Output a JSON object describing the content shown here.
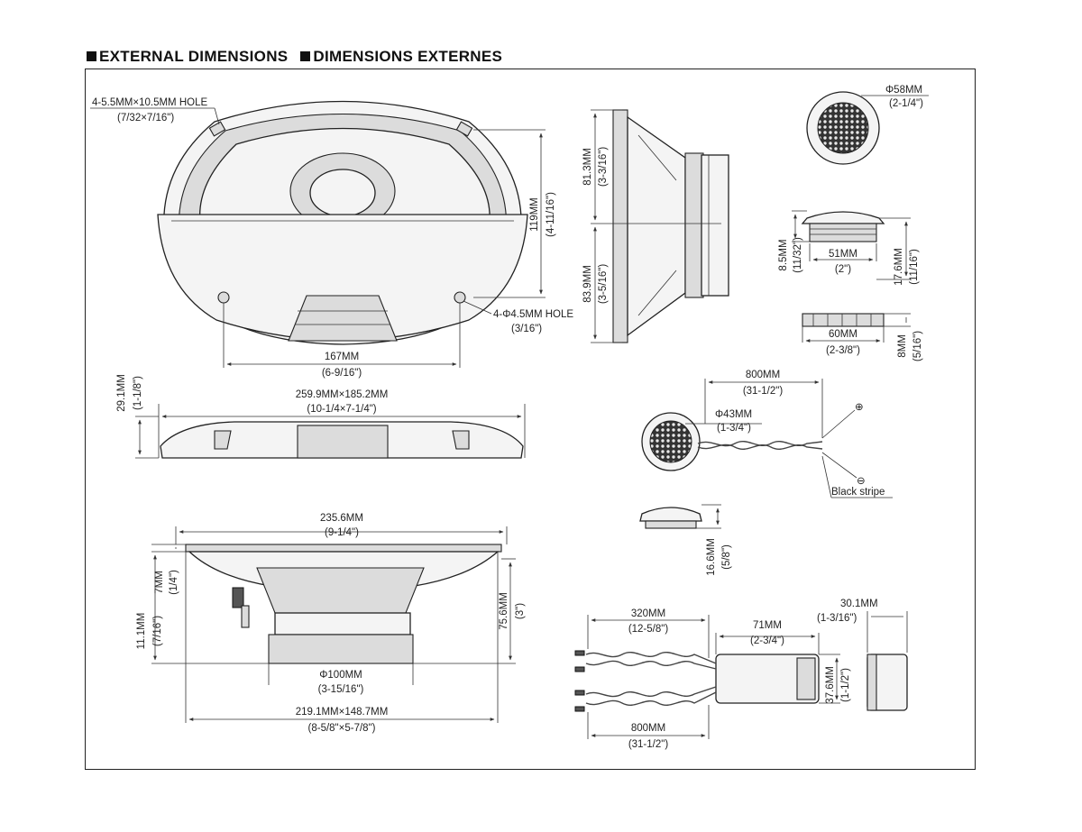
{
  "header": {
    "title_en": "EXTERNAL DIMENSIONS",
    "title_fr": "DIMENSIONS EXTERNES"
  },
  "woofer_front": {
    "mount_hole_mm": "4-5.5MM×10.5MM HOLE",
    "mount_hole_in": "(7/32×7/16\")",
    "height_mm": "119MM",
    "height_in": "(4-11/16\")",
    "grille_hole_mm": "4-Φ4.5MM HOLE",
    "grille_hole_in": "(3/16\")",
    "hole_spacing_mm": "167MM",
    "hole_spacing_in": "(6-9/16\")"
  },
  "woofer_grille_side": {
    "size_mm": "259.9MM×185.2MM",
    "size_in": "(10-1/4×7-1/4\")",
    "depth_mm": "29.1MM",
    "depth_in": "(1-1/8\")"
  },
  "woofer_side": {
    "upper_mm": "81.3MM",
    "upper_in": "(3-3/16\")",
    "lower_mm": "83.9MM",
    "lower_in": "(3-5/16\")"
  },
  "woofer_bottom": {
    "width_mm": "235.6MM",
    "width_in": "(9-1/4\")",
    "flange_mm": "7MM",
    "flange_in": "(1/4\")",
    "terminal_mm": "11.1MM",
    "terminal_in": "(7/16\")",
    "depth_mm": "75.6MM",
    "depth_in": "(3\")",
    "magnet_mm": "Φ100MM",
    "magnet_in": "(3-15/16\")",
    "cutout_mm": "219.1MM×148.7MM",
    "cutout_in": "(8-5/8\"×5-7/8\")"
  },
  "tweeter_mount": {
    "diameter_mm": "Φ58MM",
    "diameter_in": "(2-1/4\")",
    "height_mm": "8.5MM",
    "height_in": "(11/32\")",
    "base_mm": "51MM",
    "base_in": "(2\")",
    "total_mm": "17.6MM",
    "total_in": "(11/16\")",
    "ring_mm": "60MM",
    "ring_in": "(2-3/8\")",
    "ring_h_mm": "8MM",
    "ring_h_in": "(5/16\")"
  },
  "tweeter": {
    "cable_mm": "800MM",
    "cable_in": "(31-1/2\")",
    "diameter_mm": "Φ43MM",
    "diameter_in": "(1-3/4\")",
    "plus": "⊕",
    "minus": "⊖",
    "stripe": "Black stripe",
    "height_mm": "16.6MM",
    "height_in": "(5/8\")"
  },
  "crossover": {
    "input_cable_mm": "320MM",
    "input_cable_in": "(12-5/8\")",
    "length_mm": "71MM",
    "length_in": "(2-3/4\")",
    "height_mm": "37.6MM",
    "height_in": "(1-1/2\")",
    "output_cable_mm": "800MM",
    "output_cable_in": "(31-1/2\")",
    "thickness_mm": "30.1MM",
    "thickness_in": "(1-3/16\")"
  }
}
